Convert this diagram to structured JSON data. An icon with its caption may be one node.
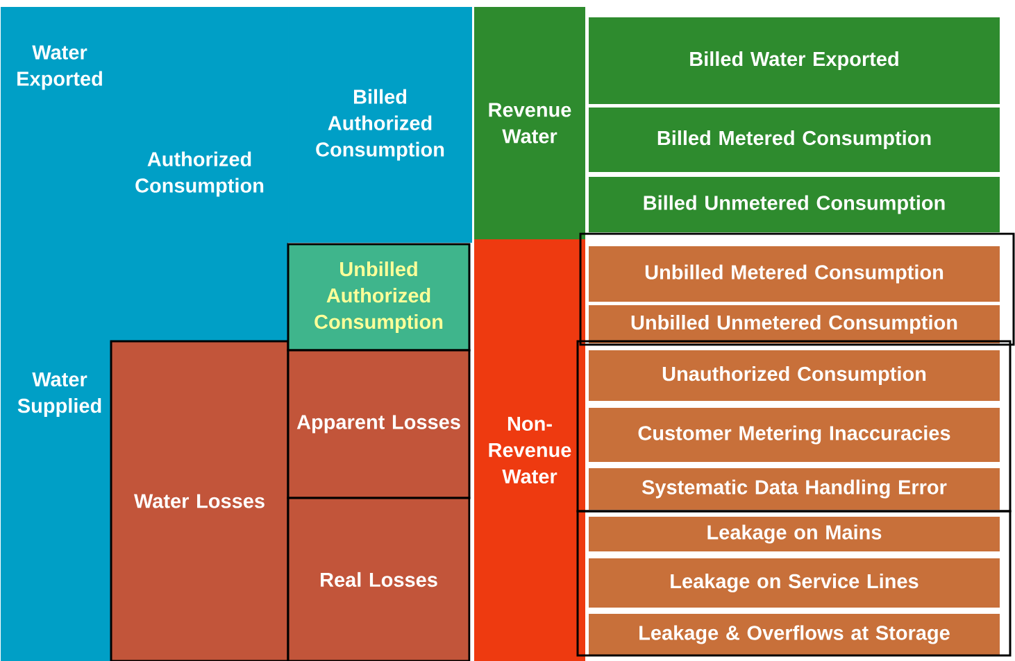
{
  "diagram": {
    "nodes": [
      {
        "text": [
          "Water Exported"
        ]
      },
      {
        "text": [
          "Water Supplied"
        ]
      },
      {
        "text": [
          "Authorized Consumption"
        ]
      },
      {
        "text": [
          "Water Losses"
        ]
      },
      {
        "text": [
          "Billed Authorized Consumption"
        ]
      },
      {
        "text": [
          "Unbilled Authorized Consumption"
        ]
      },
      {
        "text": [
          "Apparent Losses"
        ]
      },
      {
        "text": [
          "Real Losses"
        ]
      },
      {
        "text": [
          "Revenue Water"
        ]
      },
      {
        "text": [
          "Non-Revenue Water"
        ]
      },
      {
        "text": [
          "Billed Water Exported"
        ]
      },
      {
        "text": [
          "Billed Metered Consumption"
        ]
      },
      {
        "text": [
          "Billed Unmetered Consumption"
        ]
      },
      {
        "text": [
          "Unbilled Metered Consumption"
        ]
      },
      {
        "text": [
          "Unbilled Unmetered Consumption"
        ]
      },
      {
        "text": [
          "Unauthorized Consumption"
        ]
      },
      {
        "text": [
          "Customer Metering Inaccuracies"
        ]
      },
      {
        "text": [
          "Systematic Data Handling Error"
        ]
      },
      {
        "text": [
          "Leakage on Mains"
        ]
      },
      {
        "text": [
          "Leakage on Service Lines"
        ]
      },
      {
        "text": [
          "Leakage & Overflows at Storage"
        ]
      }
    ]
  }
}
